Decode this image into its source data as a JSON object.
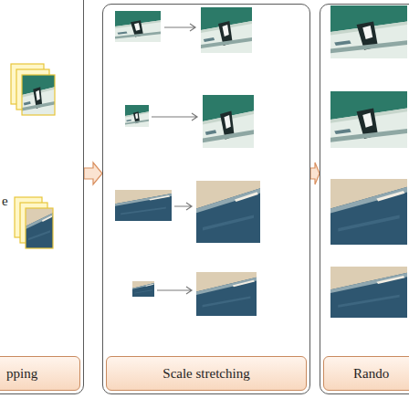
{
  "diagram": {
    "nodes": [
      {
        "text": [
          "pping"
        ]
      },
      {
        "text": [
          "Scale stretching"
        ]
      },
      {
        "text": [
          "Rando"
        ]
      }
    ],
    "edges": [
      {
        "from": 0,
        "to": 1,
        "arrow": "to"
      },
      {
        "from": 1,
        "to": 2,
        "arrow": "to"
      }
    ],
    "labels": [
      "e"
    ]
  }
}
